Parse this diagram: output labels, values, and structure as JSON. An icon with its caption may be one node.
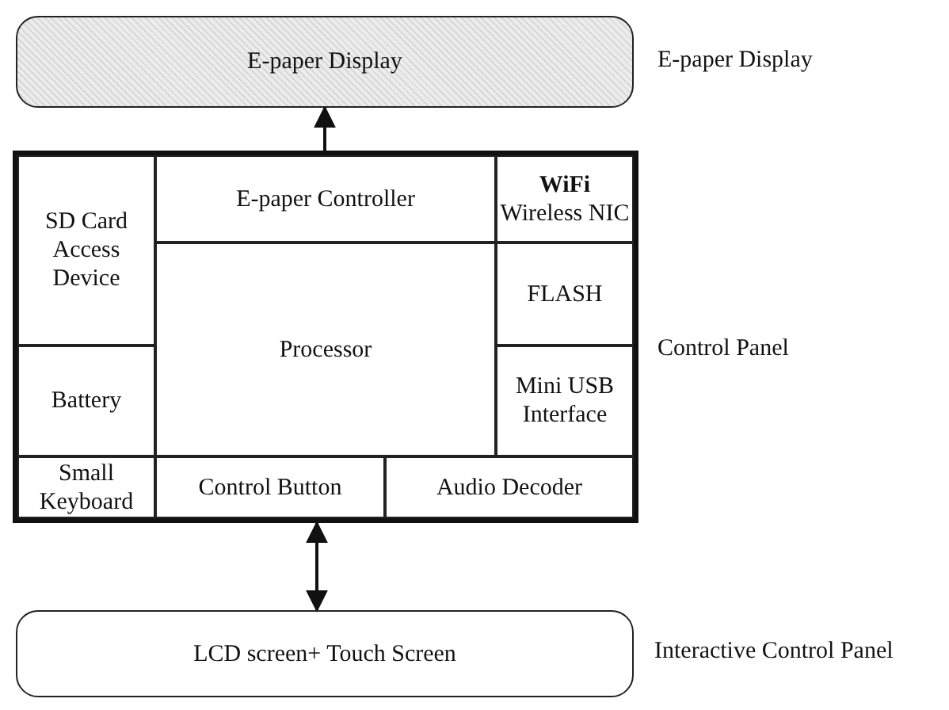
{
  "diagram": {
    "nodes": [
      {
        "text": [
          "E-paper Display"
        ],
        "beside": [
          "E-paper Display"
        ]
      },
      {
        "text": [],
        "shape": "box",
        "beside": [
          "Control Panel"
        ]
      },
      {
        "text": [
          "SD Card Access Device"
        ],
        "in": 1
      },
      {
        "text": [
          "E-paper Controller"
        ],
        "in": 1
      },
      {
        "text": [
          "WiFi",
          "Wireless NIC"
        ],
        "in": 1
      },
      {
        "text": [
          "Processor"
        ],
        "in": 1
      },
      {
        "text": [
          "FLASH"
        ],
        "in": 1
      },
      {
        "text": [
          "Battery"
        ],
        "in": 1
      },
      {
        "text": [
          "Mini USB Interface"
        ],
        "in": 1
      },
      {
        "text": [
          "Small Keyboard"
        ],
        "in": 1
      },
      {
        "text": [
          "Control Button"
        ],
        "in": 1
      },
      {
        "text": [
          "Audio Decoder"
        ],
        "in": 1
      },
      {
        "text": [
          "LCD screen+ Touch Screen"
        ],
        "beside": [
          "Interactive Control Panel"
        ]
      }
    ],
    "edges": [
      {
        "from": 3,
        "to": 0,
        "arrow": "to"
      },
      {
        "from": 10,
        "to": 12,
        "arrow": "both"
      }
    ]
  }
}
